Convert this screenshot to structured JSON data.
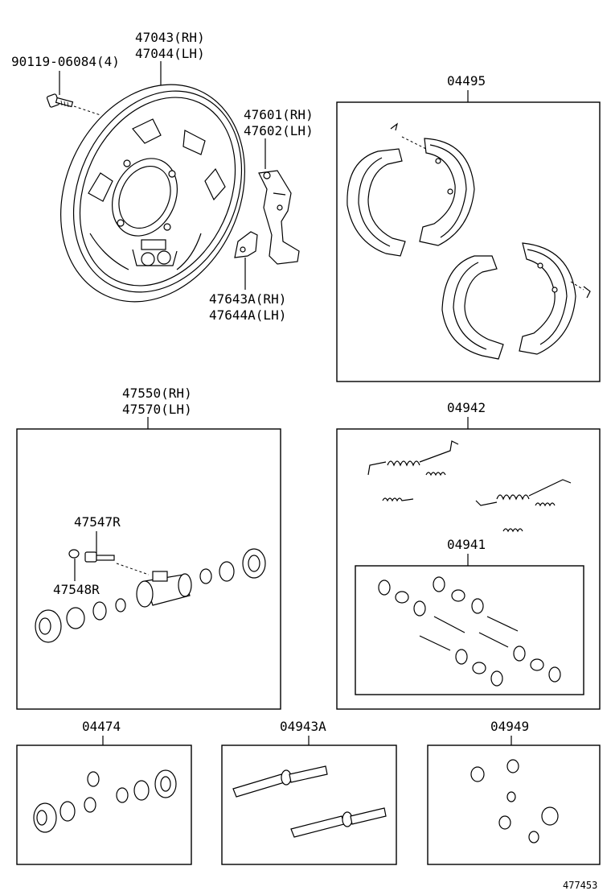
{
  "labels": {
    "backing_plate_rh": "47043(RH)",
    "backing_plate_lh": "47044(LH)",
    "bolt": "90119-06084(4)",
    "lever_rh": "47601(RH)",
    "lever_lh": "47602(LH)",
    "bracket_rh": "47643A(RH)",
    "bracket_lh": "47644A(LH)",
    "shoe_kit": "04495",
    "wheel_cyl_rh": "47550(RH)",
    "wheel_cyl_lh": "47570(LH)",
    "bleeder_plug": "47547R",
    "bleeder_cap": "47548R",
    "spring_kit": "04942",
    "hold_down_kit": "04941",
    "cup_kit": "04474",
    "adjuster_kit": "04943A",
    "boot_kit": "04949",
    "diagram_id": "477453"
  }
}
